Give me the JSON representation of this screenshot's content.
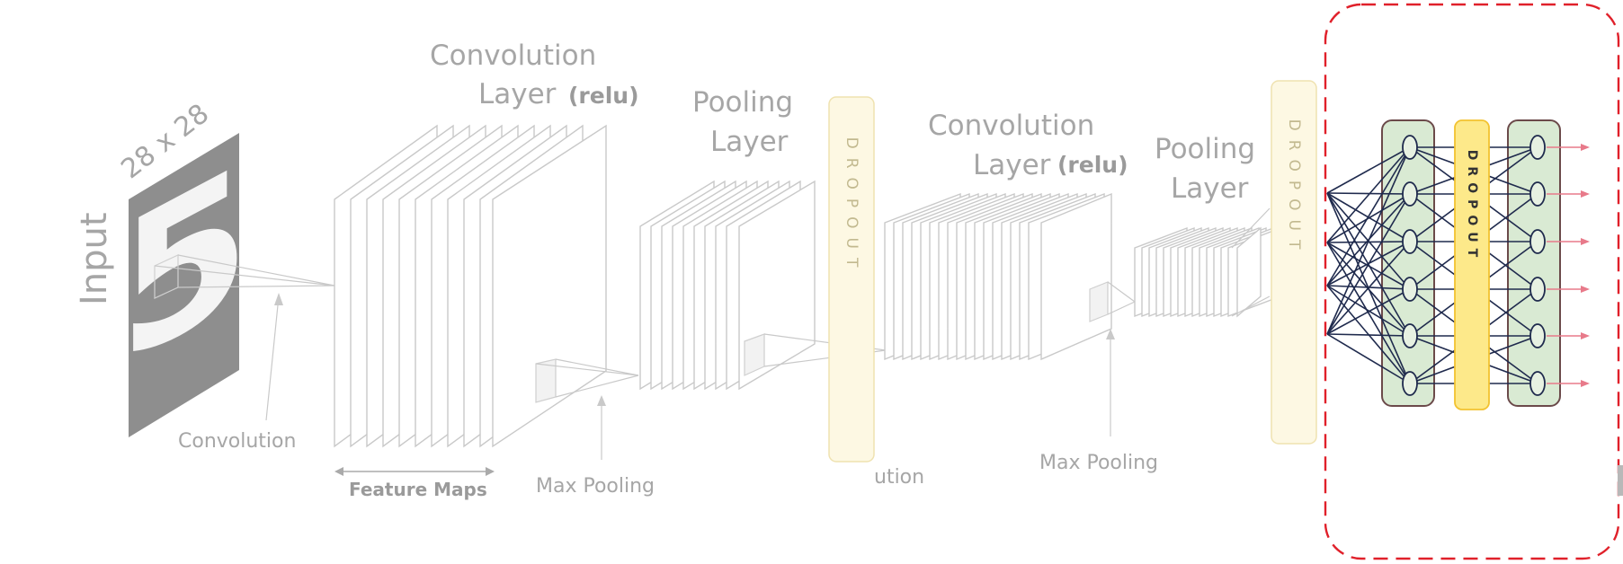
{
  "labels": {
    "input": "Input",
    "input_size": "28 x 28",
    "conv1_line1": "Convolution",
    "conv1_line2": "Layer",
    "conv1_relu": "(relu)",
    "pool1_line1": "Pooling",
    "pool1_line2": "Layer",
    "conv2_line1": "Convolution",
    "conv2_line2": "Layer",
    "conv2_relu": "(relu)",
    "pool2_line1": "Pooling",
    "pool2_line2": "Layer",
    "convolution": "Convolution",
    "feature_maps": "Feature Maps",
    "max_pooling_1": "Max Pooling",
    "max_pooling_2": "Max Pooling",
    "ution_fragment": "ution",
    "digit": "5"
  },
  "dropouts": {
    "dropout1": "DROPOUT",
    "dropout2": "DROPOUT",
    "dropout3": "DROPOUT"
  },
  "colors": {
    "faded_gray": "#a6a6a6",
    "highlight_border": "#e0202a",
    "layer_green": "#d9ead3",
    "dropout_yellow": "#fde98a",
    "dropout_faded": "#fdf8e3",
    "connection_navy": "#1f2a4d",
    "output_arrow": "#e87a8a"
  }
}
